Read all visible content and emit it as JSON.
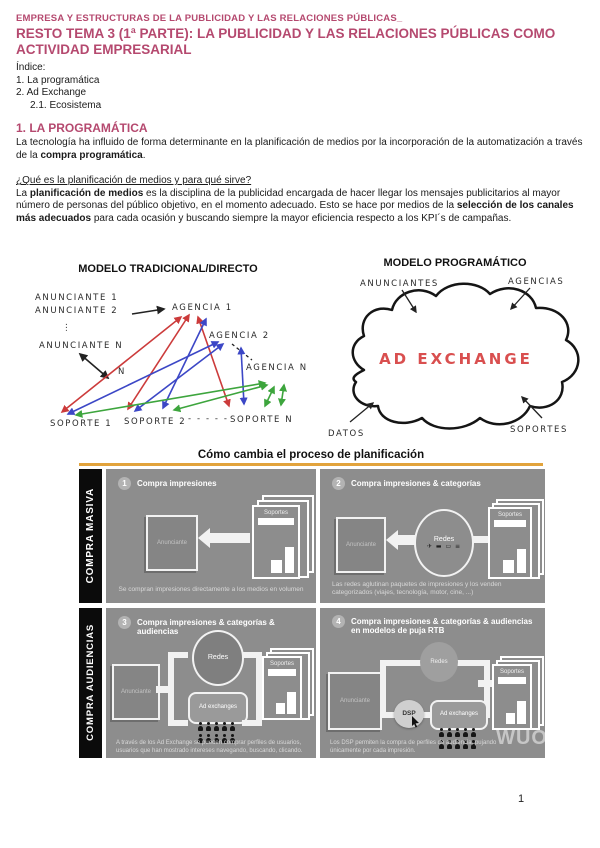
{
  "page_number": "1",
  "header": {
    "course_line": "EMPRESA Y ESTRUCTURAS DE LA PUBLICIDAD Y LAS RELACIONES PÚBLICAS_",
    "doc_title": "RESTO TEMA 3 (1ª PARTE):  LA PUBLICIDAD Y LAS RELACIONES PÚBLICAS COMO ACTIVIDAD EMPRESARIAL",
    "index_label": "Índice:",
    "index_items": [
      "1. La programática",
      "2. Ad Exchange",
      "2.1. Ecosistema"
    ]
  },
  "section": {
    "heading": "1. LA PROGRAMÁTICA",
    "p1_runs": [
      "La tecnología ha influido de forma determinante en la planificación de medios por la incorporación de la automatización a través de la ",
      "compra programática",
      "."
    ],
    "question": "¿Qué es la planificación de medios y para qué sirve?",
    "p2_runs": [
      "La ",
      "planificación de medios",
      " es la disciplina de la publicidad encargada de hacer llegar los mensajes publicitarios al mayor número de personas del público objetivo, en el momento adecuado. Esto se hace por medios de la ",
      "selección de los canales más adecuados",
      " para cada ocasión y buscando siempre la mayor eficiencia respecto a los KPI´s de campañas."
    ]
  },
  "sketch_traditional": {
    "title": "MODELO TRADICIONAL/DIRECTO",
    "advertiser1": "ANUNCIANTE 1",
    "advertiser2": "ANUNCIANTE 2",
    "advertiserN": "ANUNCIANTE N",
    "agency1": "AGENCIA 1",
    "agency2": "AGENCIA 2",
    "agencyN": "AGENCIA N",
    "support1": "SOPORTE 1",
    "support2": "SOPORTE 2",
    "supportN": "SOPORTE N",
    "dots": "⋮",
    "dashes": "- - - - -",
    "n_label": "N"
  },
  "sketch_programmatic": {
    "title": "MODELO PROGRAMÁTICO",
    "cloud": "AD EXCHANGE",
    "top_left": "ANUNCIANTES",
    "top_right": "AGENCIAS",
    "bottom_left": "DATOS",
    "bottom_right": "SOPORTES"
  },
  "chart": {
    "title": "Cómo cambia el proceso de planificación",
    "accent_color": "#E2A33C",
    "rows": [
      "COMPRA MASIVA",
      "COMPRA AUDIENCIAS"
    ],
    "watermark": "WUO",
    "panels": [
      {
        "num": "1",
        "title": "Compra impresiones",
        "caption": "Se compran impresiones directamente a los medios en volumen",
        "advertiser": "Anunciante",
        "publisher": "Soportes"
      },
      {
        "num": "2",
        "title": "Compra impresiones & categorías",
        "caption": "Las redes aglutinan paquetes de impresiones y los venden categorizados (viajes, tecnología, motor, cine, ...)",
        "advertiser": "Anunciante",
        "network": "Redes",
        "icons": "✈ ▬ ▭ ≡",
        "publisher": "Soportes"
      },
      {
        "num": "3",
        "title": "Compra impresiones & categorías & audiencias",
        "caption": "A través de los Ad Exchange se pueden comprar perfiles de usuarios, usuarios que han mostrado intereses navegando, buscando, clicando.",
        "advertiser": "Anunciante",
        "network": "Redes",
        "exchange": "Ad exchanges",
        "publisher": "Soportes"
      },
      {
        "num": "4",
        "title": "Compra impresiones & categorías & audiencias en modelos de puja RTB",
        "caption": "Los DSP permiten la compra de perfiles de audiencia, pujando únicamente por cada impresión.",
        "advertiser": "Anunciante",
        "network": "Redes",
        "dsp": "DSP",
        "exchange": "Ad exchanges",
        "publisher": "Soportes"
      }
    ]
  }
}
